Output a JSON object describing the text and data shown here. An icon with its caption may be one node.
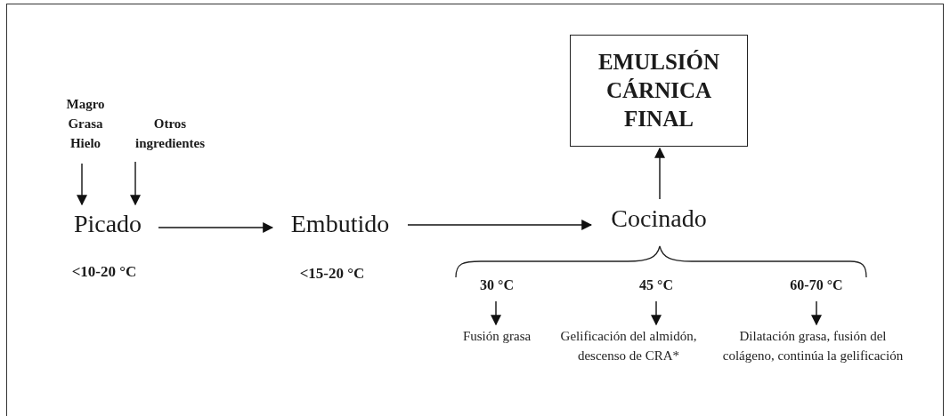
{
  "diagram": {
    "nodes": [
      {
        "text": [
          "Magro Grasa Hielo"
        ]
      },
      {
        "text": [
          "Otros ingredientes"
        ]
      },
      {
        "text": [
          "Picado"
        ],
        "beside": [
          "<10-20 °C"
        ]
      },
      {
        "text": [
          "Embutido"
        ],
        "beside": [
          "<15-20 °C"
        ]
      },
      {
        "text": [
          "Cocinado"
        ]
      },
      {
        "text": [
          "EMULSIÓN CÁRNICA FINAL"
        ]
      },
      {
        "text": [
          "30 °C"
        ]
      },
      {
        "text": [
          "Fusión grasa"
        ]
      },
      {
        "text": [
          "45 °C"
        ]
      },
      {
        "text": [
          "Gelificación del almidón, descenso de CRA*"
        ]
      },
      {
        "text": [
          "60-70 °C"
        ]
      },
      {
        "text": [
          "Dilatación grasa, fusión del colágeno, continúa la gelificación"
        ]
      }
    ],
    "edges": [
      {
        "from": 0,
        "to": 2,
        "arrow": "to"
      },
      {
        "from": 1,
        "to": 2,
        "arrow": "to"
      },
      {
        "from": 2,
        "to": 3,
        "arrow": "to"
      },
      {
        "from": 3,
        "to": 4,
        "arrow": "to"
      },
      {
        "from": 4,
        "to": 5,
        "arrow": "to"
      },
      {
        "from": 6,
        "to": 7,
        "arrow": "to"
      },
      {
        "from": 8,
        "to": 9,
        "arrow": "to"
      },
      {
        "from": 10,
        "to": 11,
        "arrow": "to"
      }
    ]
  }
}
